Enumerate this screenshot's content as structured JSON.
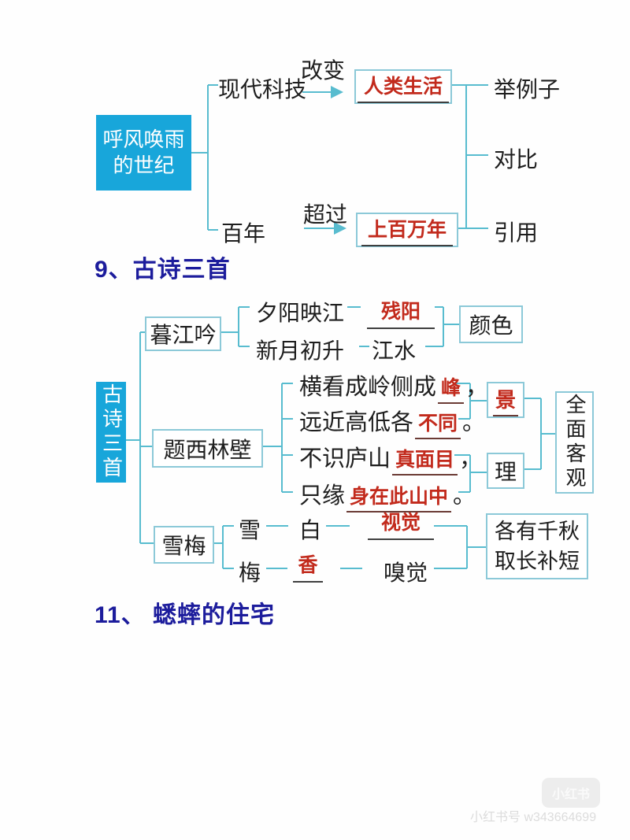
{
  "colors": {
    "accent_cyan": "#18a6da",
    "connector_cyan": "#58bccf",
    "answer_red": "#c22a1c",
    "heading_blue": "#1c1c9c"
  },
  "diagram1": {
    "root_label": "呼风唤雨\n的世纪",
    "branch_top": {
      "node": "现代科技",
      "arrow": "改变",
      "result": "人类生活"
    },
    "branch_bottom": {
      "node": "百年",
      "arrow": "超过",
      "result": "上百万年"
    },
    "methods": [
      "举例子",
      "对比",
      "引用"
    ]
  },
  "heading_9": "9、古诗三首",
  "diagram2": {
    "root_label": "古诗三首",
    "mujiangyin": {
      "title": "暮江吟",
      "row1_left": "夕阳映江",
      "row1_blank": "残阳",
      "row2_left": "新月初升",
      "row2_right": "江水",
      "result": "颜色"
    },
    "tixilinbi": {
      "title": "题西林壁",
      "lines": [
        {
          "pre": "横看成岭侧成",
          "blank": "峰",
          "post": "，"
        },
        {
          "pre": "远近高低各",
          "blank": "不同",
          "post": "。"
        },
        {
          "pre": "不识庐山",
          "blank": "真面目",
          "post": "，"
        },
        {
          "pre": "只缘",
          "blank": "身在此山中",
          "post": "。"
        }
      ],
      "scene": "景",
      "reason": "理",
      "summary": "全面客观"
    },
    "xuemei": {
      "title": "雪梅",
      "row1_a": "雪",
      "row1_b": "白",
      "row1_blank": "视觉",
      "row2_a": "梅",
      "row2_blank": "香",
      "row2_b": "嗅觉",
      "summary": "各有千秋\n取长补短"
    }
  },
  "heading_11": "11、 蟋蟀的住宅",
  "watermark": {
    "badge": "小红书",
    "line": "小红书号 w343664699"
  }
}
